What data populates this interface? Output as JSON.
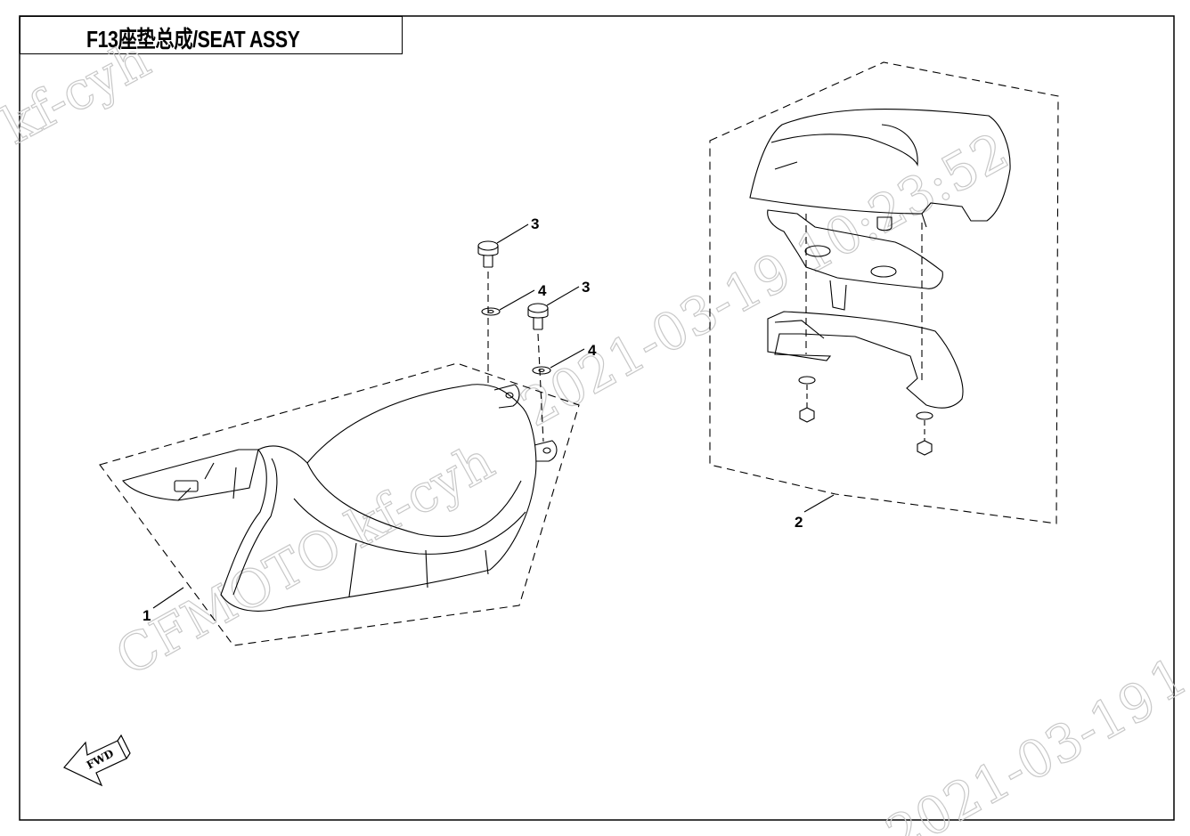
{
  "title": "F13座垫总成/SEAT ASSY",
  "callouts": {
    "front_seat": "1",
    "rear_seat": "2",
    "bolt_left": "3",
    "bolt_right": "3",
    "washer_left": "4",
    "washer_right": "4"
  },
  "fwd_arrow_label": "FWD",
  "watermarks": {
    "wm_top_left": "kf-cyh",
    "wm_center_date": "2021-03-19 10:23:52",
    "wm_brand_user": "CFMOTO kf-cyh",
    "wm_bottom_date": "2021-03-19",
    "wm_bottom_clip": "1"
  },
  "colors": {
    "line": "#000000",
    "watermark": "#c8c8c8",
    "background": "#ffffff"
  }
}
